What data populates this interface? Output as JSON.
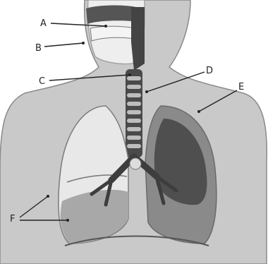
{
  "labels": {
    "a": "A",
    "b": "B",
    "c": "C",
    "d": "D",
    "e": "E",
    "f": "F"
  },
  "colors": {
    "body": "#c9c9c9",
    "body_outline": "#8a8a8a",
    "airway": "#4a4a4a",
    "right_lung": "#e8e8e8",
    "left_lung": "#4f4f4f",
    "lobes": "#9a9a9a",
    "cartilage": "#bdbdbd"
  }
}
